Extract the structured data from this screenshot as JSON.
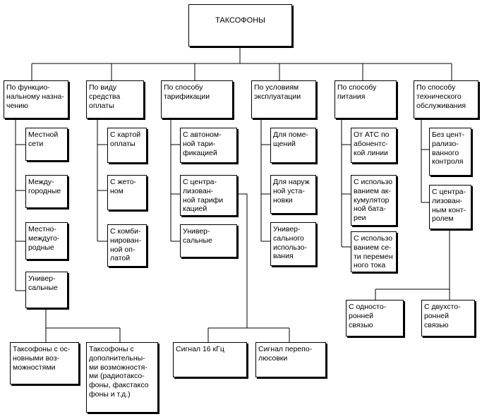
{
  "root": "ТАКСОФОНЫ",
  "categories": [
    "По функцио-\nнальному назна-\nчению",
    "По виду\nсредства\nоплаты",
    "По способу\nтарификации",
    "По условиям\nэксплуатации",
    "По способу\nпитания",
    "По способу\nтехнического\nобслуживания"
  ],
  "functional": [
    "Местной\nсети",
    "Между-\nгородные",
    "Местно-\nмеждуго-\nродные",
    "Универ-\nсальные"
  ],
  "functional_sub": [
    "Таксофоны с ос-\nновными воз-\nможностями",
    "Таксофоны с\nдополнительны-\nми возможностя-\nми (радиотаксо-\nфоны, факстаксо\nфоны и т.д.)"
  ],
  "payment": [
    "С картой\nоплаты",
    "С жето-\nном",
    "С комби-\nнирован-\nной оп-\nлатой"
  ],
  "tariff": [
    "С автоном-\nной тари-\nфикацией",
    "С центра-\nлизован-\nной тарифи\nкацией",
    "Универ-\nсальные"
  ],
  "tariff_sub": [
    "Сигнал 16 кГц",
    "Сигнал перепо-\nлюсовки"
  ],
  "conditions": [
    "Для поме-\nщений",
    "Для наруж\nной уста-\nновки",
    "Универ-\nсального\nиспользо-\nвания"
  ],
  "power": [
    "От АТС по\nабонентс-\nкой линии",
    "С использо\nванием ак-\nкумулятор\nной бата-\nреи",
    "С использо\nванием се-\nти перемен\nного тока"
  ],
  "maintenance": [
    "Без цент-\nрализо-\nванного\nконтроля",
    "С центра-\nлизован-\nным конт-\nролем"
  ],
  "maintenance_sub": [
    "С односто-\nронней\nсвязью",
    "С двухсто-\nронней\nсвязью"
  ]
}
